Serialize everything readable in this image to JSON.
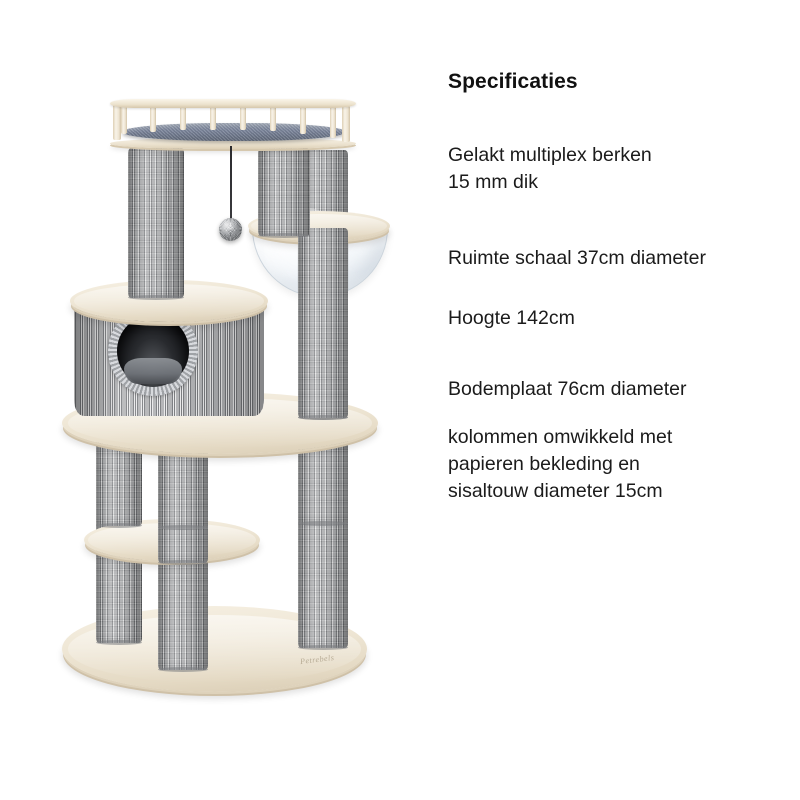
{
  "product": {
    "alt_name": "cat-tree-tower",
    "parts": {
      "top_platform": "top-platform-with-railing",
      "top_mat": "plush-mat",
      "toy": "hanging-ball-toy",
      "dome": "transparent-space-capsule",
      "condo": "cat-condo-house",
      "base": "round-base-plate"
    },
    "logo_text": "Petrebels",
    "colors": {
      "wood": "#efe7d6",
      "wood_shadow": "#d6c8ae",
      "sisal": "#a0a2a4",
      "sisal_dark": "#6a6d71",
      "mat": "#79839a",
      "dome_glass": "#eef3f8",
      "hole_dark": "#141518",
      "background": "#ffffff"
    }
  },
  "spec": {
    "title": "Specificaties",
    "items": [
      "Gelakt multiplex berken\n15 mm dik",
      "Ruimte schaal 37cm diameter",
      "Hoogte 142cm",
      "Bodemplaat 76cm diameter",
      "kolommen omwikkeld met\npapieren bekleding en\nsisaltouw diameter 15cm"
    ]
  }
}
